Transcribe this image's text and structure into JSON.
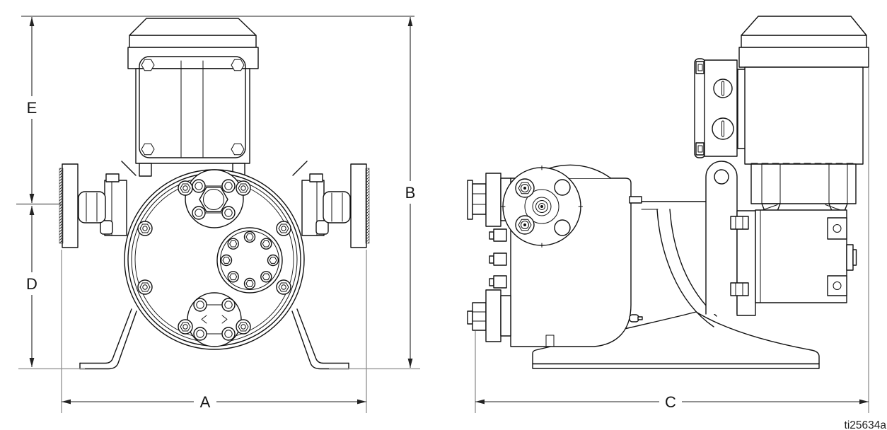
{
  "drawing": {
    "code": "ti25634a",
    "dimension_labels": {
      "a": "A",
      "b": "B",
      "c": "C",
      "d": "D",
      "e": "E"
    },
    "colors": {
      "line": "#111111",
      "dim": "#222222",
      "ext": "#8f8f8f",
      "bg": "#ffffff"
    }
  }
}
